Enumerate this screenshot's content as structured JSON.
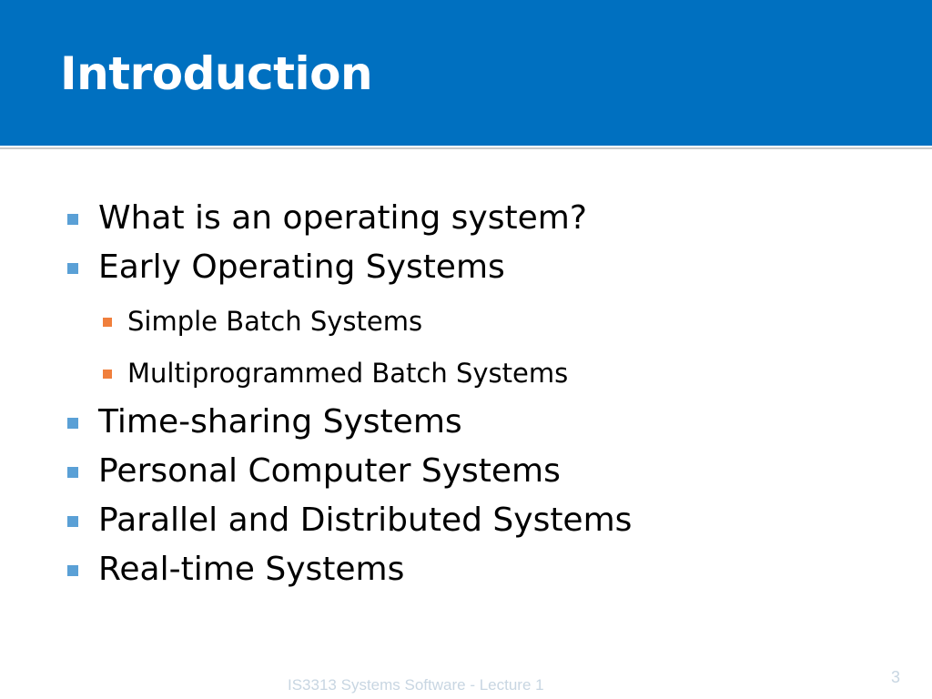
{
  "slide": {
    "title": "Introduction",
    "bullets": [
      {
        "text": "What is an operating system?",
        "level": 1
      },
      {
        "text": "Early Operating Systems",
        "level": 1
      },
      {
        "text": "Simple Batch Systems",
        "level": 2
      },
      {
        "text": "Multiprogrammed Batch Systems",
        "level": 2
      },
      {
        "text": "Time-sharing Systems",
        "level": 1
      },
      {
        "text": "Personal Computer Systems",
        "level": 1
      },
      {
        "text": "Parallel and Distributed Systems",
        "level": 1
      },
      {
        "text": "Real-time Systems",
        "level": 1
      }
    ],
    "footer": "IS3313 Systems Software - Lecture 1",
    "page_number": "3"
  },
  "colors": {
    "title_bar": "#0070c0",
    "title_text": "#ffffff",
    "bullet_level1": "#5aa0d6",
    "bullet_level2": "#f07f3c",
    "footer_text": "#c8d6e2"
  }
}
